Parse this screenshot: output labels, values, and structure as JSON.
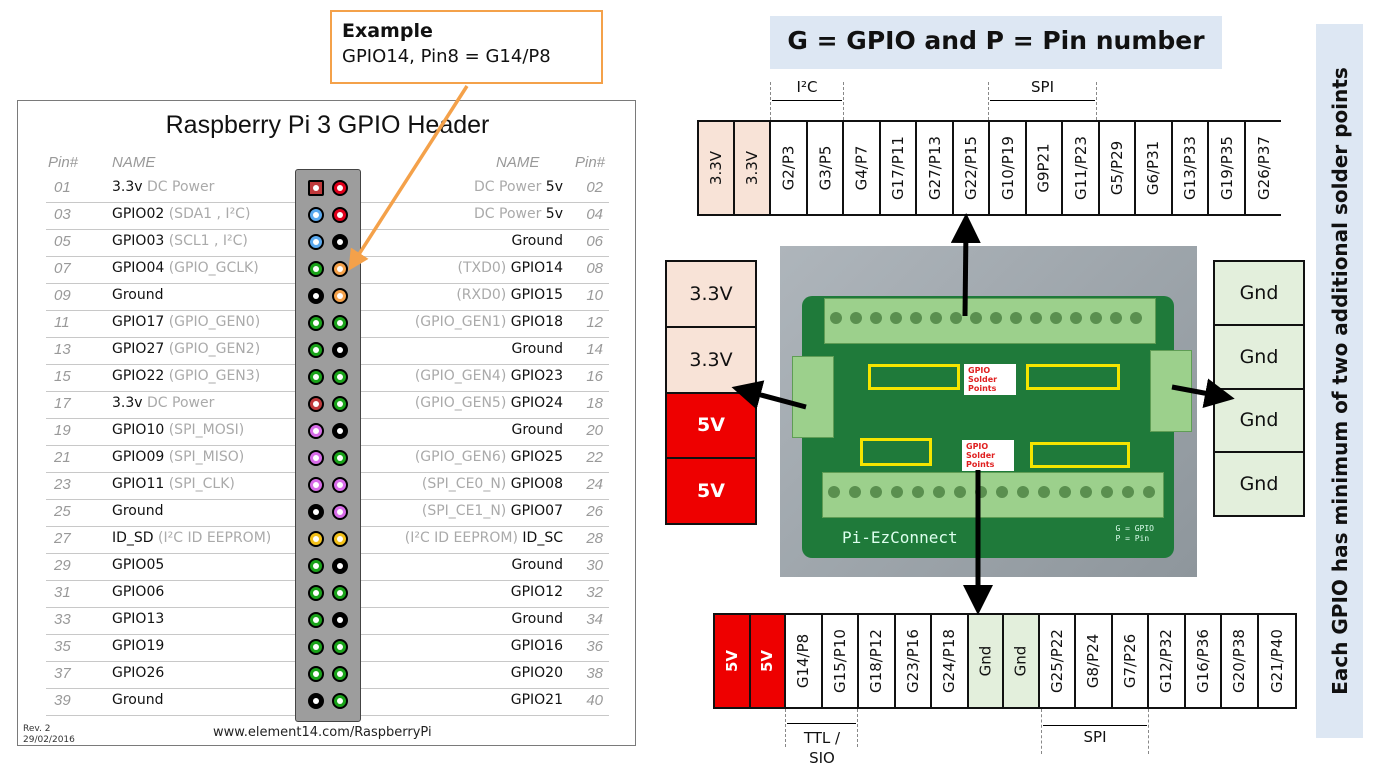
{
  "example": {
    "title": "Example",
    "text": "GPIO14, Pin8 = G14/P8"
  },
  "header_card": {
    "title": "Raspberry Pi 3 GPIO Header",
    "col_pin": "Pin#",
    "col_name": "NAME",
    "revision": "Rev. 2",
    "date": "29/02/2016",
    "url": "www.element14.com/RaspberryPi",
    "colors": {
      "power33": "#c0393b",
      "power5": "#e0001b",
      "i2c": "#5aa9ef",
      "ground": "#000000",
      "gpio": "#1aa31a",
      "uart": "#f4a14a",
      "spi": "#d76ce8",
      "eeprom": "#f2c01a"
    },
    "rows": [
      {
        "l_pin": "01",
        "l_main": "3.3v",
        "l_sub": " DC Power",
        "l_color": "power33",
        "l_square": true,
        "r_sub": "DC Power ",
        "r_main": "5v",
        "r_pin": "02",
        "r_color": "power5"
      },
      {
        "l_pin": "03",
        "l_main": "GPIO02",
        "l_sub": " (SDA1 , I²C)",
        "l_color": "i2c",
        "r_sub": "DC Power ",
        "r_main": "5v",
        "r_pin": "04",
        "r_color": "power5"
      },
      {
        "l_pin": "05",
        "l_main": "GPIO03",
        "l_sub": " (SCL1 , I²C)",
        "l_color": "i2c",
        "r_sub": "",
        "r_main": "Ground",
        "r_pin": "06",
        "r_color": "ground"
      },
      {
        "l_pin": "07",
        "l_main": "GPIO04",
        "l_sub": " (GPIO_GCLK)",
        "l_color": "gpio",
        "r_sub": "(TXD0) ",
        "r_main": "GPIO14",
        "r_pin": "08",
        "r_color": "uart"
      },
      {
        "l_pin": "09",
        "l_main": "Ground",
        "l_sub": "",
        "l_color": "ground",
        "r_sub": "(RXD0) ",
        "r_main": "GPIO15",
        "r_pin": "10",
        "r_color": "uart"
      },
      {
        "l_pin": "11",
        "l_main": "GPIO17",
        "l_sub": " (GPIO_GEN0)",
        "l_color": "gpio",
        "r_sub": "(GPIO_GEN1) ",
        "r_main": "GPIO18",
        "r_pin": "12",
        "r_color": "gpio"
      },
      {
        "l_pin": "13",
        "l_main": "GPIO27",
        "l_sub": " (GPIO_GEN2)",
        "l_color": "gpio",
        "r_sub": "",
        "r_main": "Ground",
        "r_pin": "14",
        "r_color": "ground"
      },
      {
        "l_pin": "15",
        "l_main": "GPIO22",
        "l_sub": " (GPIO_GEN3)",
        "l_color": "gpio",
        "r_sub": "(GPIO_GEN4) ",
        "r_main": "GPIO23",
        "r_pin": "16",
        "r_color": "gpio"
      },
      {
        "l_pin": "17",
        "l_main": "3.3v",
        "l_sub": " DC Power",
        "l_color": "power33",
        "r_sub": "(GPIO_GEN5) ",
        "r_main": "GPIO24",
        "r_pin": "18",
        "r_color": "gpio"
      },
      {
        "l_pin": "19",
        "l_main": "GPIO10",
        "l_sub": " (SPI_MOSI)",
        "l_color": "spi",
        "r_sub": "",
        "r_main": "Ground",
        "r_pin": "20",
        "r_color": "ground"
      },
      {
        "l_pin": "21",
        "l_main": "GPIO09",
        "l_sub": " (SPI_MISO)",
        "l_color": "spi",
        "r_sub": "(GPIO_GEN6) ",
        "r_main": "GPIO25",
        "r_pin": "22",
        "r_color": "gpio"
      },
      {
        "l_pin": "23",
        "l_main": "GPIO11",
        "l_sub": " (SPI_CLK)",
        "l_color": "spi",
        "r_sub": "(SPI_CE0_N) ",
        "r_main": "GPIO08",
        "r_pin": "24",
        "r_color": "spi"
      },
      {
        "l_pin": "25",
        "l_main": "Ground",
        "l_sub": "",
        "l_color": "ground",
        "r_sub": "(SPI_CE1_N) ",
        "r_main": "GPIO07",
        "r_pin": "26",
        "r_color": "spi"
      },
      {
        "l_pin": "27",
        "l_main": "ID_SD",
        "l_sub": " (I²C ID EEPROM)",
        "l_color": "eeprom",
        "r_sub": "(I²C ID EEPROM) ",
        "r_main": "ID_SC",
        "r_pin": "28",
        "r_color": "eeprom"
      },
      {
        "l_pin": "29",
        "l_main": "GPIO05",
        "l_sub": "",
        "l_color": "gpio",
        "r_sub": "",
        "r_main": "Ground",
        "r_pin": "30",
        "r_color": "ground"
      },
      {
        "l_pin": "31",
        "l_main": "GPIO06",
        "l_sub": "",
        "l_color": "gpio",
        "r_sub": "",
        "r_main": "GPIO12",
        "r_pin": "32",
        "r_color": "gpio"
      },
      {
        "l_pin": "33",
        "l_main": "GPIO13",
        "l_sub": "",
        "l_color": "gpio",
        "r_sub": "",
        "r_main": "Ground",
        "r_pin": "34",
        "r_color": "ground"
      },
      {
        "l_pin": "35",
        "l_main": "GPIO19",
        "l_sub": "",
        "l_color": "gpio",
        "r_sub": "",
        "r_main": "GPIO16",
        "r_pin": "36",
        "r_color": "gpio"
      },
      {
        "l_pin": "37",
        "l_main": "GPIO26",
        "l_sub": "",
        "l_color": "gpio",
        "r_sub": "",
        "r_main": "GPIO20",
        "r_pin": "38",
        "r_color": "gpio"
      },
      {
        "l_pin": "39",
        "l_main": "Ground",
        "l_sub": "",
        "l_color": "ground",
        "r_sub": "",
        "r_main": "GPIO21",
        "r_pin": "40",
        "r_color": "gpio"
      }
    ]
  },
  "legend": {
    "text": "G = GPIO and P = Pin number"
  },
  "top_strip": {
    "cells": [
      {
        "label": "3.3V",
        "type": "33"
      },
      {
        "label": "3.3V",
        "type": "33"
      },
      {
        "label": "G2/P3",
        "type": "gpio"
      },
      {
        "label": "G3/P5",
        "type": "gpio"
      },
      {
        "label": "G4/P7",
        "type": "gpio"
      },
      {
        "label": "G17/P11",
        "type": "gpio"
      },
      {
        "label": "G27/P13",
        "type": "gpio"
      },
      {
        "label": "G22/P15",
        "type": "gpio"
      },
      {
        "label": "G10/P19",
        "type": "gpio"
      },
      {
        "label": "G9P21",
        "type": "gpio"
      },
      {
        "label": "G11/P23",
        "type": "gpio"
      },
      {
        "label": "G5/P29",
        "type": "gpio"
      },
      {
        "label": "G6/P31",
        "type": "gpio"
      },
      {
        "label": "G13/P33",
        "type": "gpio"
      },
      {
        "label": "G19/P35",
        "type": "gpio"
      },
      {
        "label": "G26/P37",
        "type": "gpio"
      }
    ],
    "brackets": [
      {
        "label": "I²C"
      },
      {
        "label": "SPI"
      }
    ]
  },
  "bottom_strip": {
    "cells": [
      {
        "label": "5V",
        "type": "5v"
      },
      {
        "label": "5V",
        "type": "5v"
      },
      {
        "label": "G14/P8",
        "type": "gpio"
      },
      {
        "label": "G15/P10",
        "type": "gpio"
      },
      {
        "label": "G18/P12",
        "type": "gpio"
      },
      {
        "label": "G23/P16",
        "type": "gpio"
      },
      {
        "label": "G24/P18",
        "type": "gpio"
      },
      {
        "label": "Gnd",
        "type": "gnd"
      },
      {
        "label": "Gnd",
        "type": "gnd"
      },
      {
        "label": "G25/P22",
        "type": "gpio"
      },
      {
        "label": "G8/P24",
        "type": "gpio"
      },
      {
        "label": "G7/P26",
        "type": "gpio"
      },
      {
        "label": "G12/P32",
        "type": "gpio"
      },
      {
        "label": "G16/P36",
        "type": "gpio"
      },
      {
        "label": "G20/P38",
        "type": "gpio"
      },
      {
        "label": "G21/P40",
        "type": "gpio"
      }
    ],
    "brackets": [
      {
        "label": "TTL /\nSIO"
      },
      {
        "label": "SPI"
      }
    ]
  },
  "left_box": {
    "cells": [
      {
        "label": "3.3V",
        "type": "33"
      },
      {
        "label": "3.3V",
        "type": "33"
      },
      {
        "label": "5V",
        "type": "5v"
      },
      {
        "label": "5V",
        "type": "5v"
      }
    ]
  },
  "right_box": {
    "cells": [
      {
        "label": "Gnd",
        "type": "gnd"
      },
      {
        "label": "Gnd",
        "type": "gnd"
      },
      {
        "label": "Gnd",
        "type": "gnd"
      },
      {
        "label": "Gnd",
        "type": "gnd"
      }
    ]
  },
  "photo": {
    "board_name": "Pi-EzConnect",
    "solder_label": "GPIO Solder Points",
    "board_legend_1": "G = GPIO",
    "board_legend_2": "P = Pin"
  },
  "side_note": {
    "text": "Each GPIO has minimum of two additional solder points"
  }
}
